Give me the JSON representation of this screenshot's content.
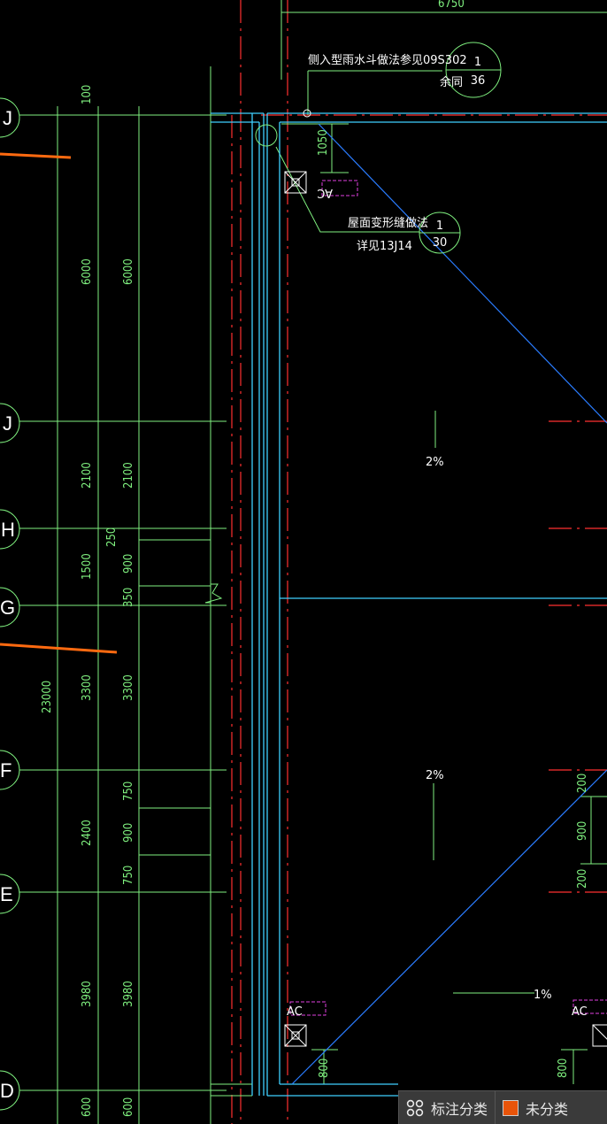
{
  "drawing": {
    "dims_top": {
      "overall_width": "6750"
    },
    "notes": {
      "rain_hopper": "侧入型雨水斗做法参见09S302",
      "rain_hopper_sub": "余同",
      "rain_hopper_ref": {
        "top": "1",
        "bottom": "36"
      },
      "joint": "屋面变形缝做法",
      "joint_sub": "详见13J14",
      "joint_ref": {
        "top": "1",
        "bottom": "30"
      }
    },
    "axis_labels": {
      "J": "J",
      "J_partial": "J",
      "H": "H",
      "G": "G",
      "F": "F",
      "E": "E",
      "D": "D"
    },
    "dims_outer": {
      "top": "100",
      "d1": "6000",
      "d2": "2100",
      "d3": "1500",
      "d4": "3300",
      "d5": "2400",
      "d6": "3980",
      "d7": "600",
      "total": "23000"
    },
    "dims_inner": {
      "d1": "6000",
      "d2": "2100",
      "d3a": "250",
      "d3b": "900",
      "d3c": "350",
      "d4": "3300",
      "d5a": "750",
      "d5b": "900",
      "d5c": "750",
      "d6": "3980",
      "d7": "600"
    },
    "dims_misc": {
      "hopper_offset": "1050",
      "right_a": "200",
      "right_b": "900",
      "right_c": "200",
      "bottom_left": "800",
      "bottom_right": "800"
    },
    "slopes": {
      "s1": "2%",
      "s2": "2%",
      "s3": "1%"
    },
    "hopper_tags": {
      "t1": "AC",
      "t2": "AC",
      "t3": "AC"
    },
    "colors": {
      "background": "#000000",
      "grid": "#7ff07f",
      "wall": "#3fd0ff",
      "axisline": "#ff3030",
      "diagonal": "#2a7cff",
      "tag": "#e040e0",
      "orange": "#ff6a10"
    }
  },
  "statusbar": {
    "annot_label": "标注分类",
    "annot_icon": "grid-four-icon",
    "unclassified_label": "未分类",
    "unclassified_color": "#e8540a"
  }
}
